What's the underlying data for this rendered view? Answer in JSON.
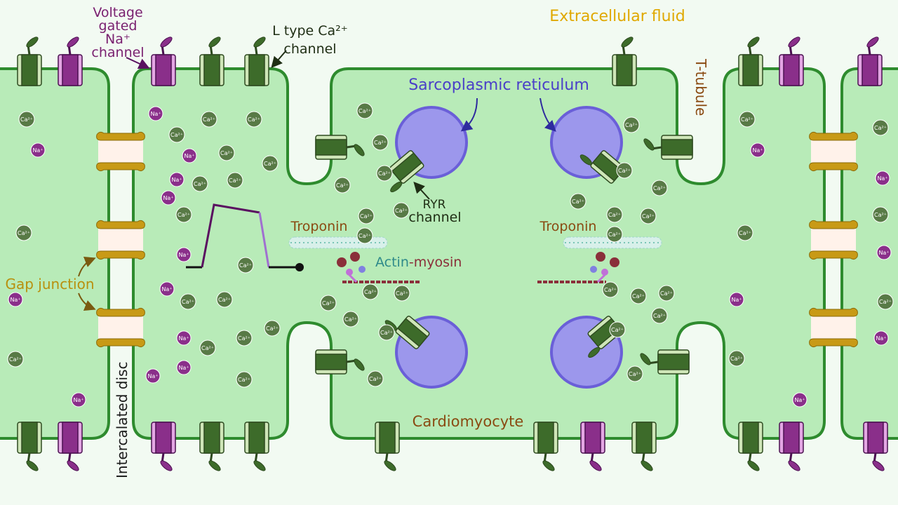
{
  "colors": {
    "background": "#f2faf2",
    "cell_fill": "#b8ebb8",
    "cell_stroke": "#2e8b2e",
    "ca_channel": "#3d6b2a",
    "na_channel": "#8a2f8a",
    "sarcoplasmic_reticulum": "#9c97ec",
    "gap_junction": "#c89a16",
    "ca_ion": "#587a46",
    "na_ion": "#8a2f8a",
    "extracellular_label": "#e0a800",
    "brown_label": "#8a4a12",
    "purple_label": "#7a2070",
    "dark_label": "#2e4a20",
    "blue_label": "#4a3fc8",
    "actin_color": "#2e8a8a"
  },
  "labels": {
    "extracellular_fluid": "Extracellular fluid",
    "voltage_gated_na_line1": "Voltage",
    "voltage_gated_na_line2": "gated",
    "voltage_gated_na_line3": "Na⁺",
    "voltage_gated_na_line4": "channel",
    "l_type_ca_line1": "L type Ca²⁺",
    "l_type_ca_line2": "channel",
    "t_tubule": "T-tubule",
    "sarcoplasmic_reticulum": "Sarcoplasmic reticulum",
    "ryr_line1": "RYR",
    "ryr_line2": "channel",
    "troponin_left": "Troponin",
    "troponin_right": "Troponin",
    "actin": "Actin",
    "actin_dash": "-",
    "myosin": "myosin",
    "gap_junction": "Gap junction",
    "intercalated_disc": "Intercalated disc",
    "cardiomyocyte": "Cardiomyocyte"
  },
  "ions": {
    "ca_label": "Ca²⁺",
    "na_label": "Na⁺"
  },
  "icons": [
    "calcium-ion-icon",
    "sodium-ion-icon",
    "ca-channel-icon",
    "na-channel-icon",
    "ryr-channel-icon",
    "gap-junction-icon",
    "action-potential-icon"
  ]
}
